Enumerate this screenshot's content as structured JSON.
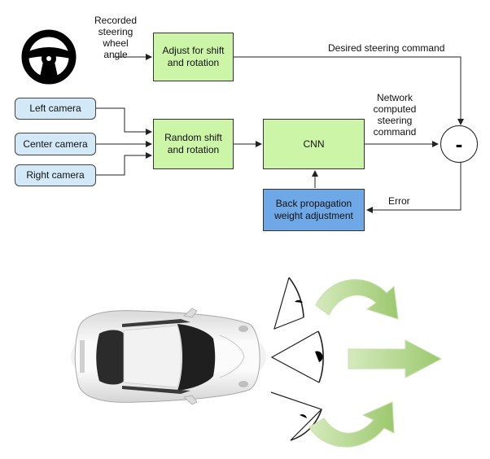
{
  "diagram": {
    "labels": {
      "recorded_angle": "Recorded\nsteering\nwheel angle",
      "desired_command": "Desired steering command",
      "network_command": "Network\ncomputed\nsteering\ncommand",
      "error": "Error"
    },
    "nodes": {
      "adjust": "Adjust for shift\nand rotation",
      "random": "Random shift\nand rotation",
      "cnn": "CNN",
      "backprop": "Back propagation\nweight adjustment",
      "left_camera": "Left camera",
      "center_camera": "Center camera",
      "right_camera": "Right camera",
      "sum_symbol": "-"
    },
    "colors": {
      "process_box": "#ccf5a8",
      "camera_box": "#d3e9f8",
      "backprop_box": "#6fa8e6",
      "big_arrow": "#a9cf7e"
    }
  },
  "illustration": {
    "icons": [
      "steering-wheel-icon",
      "car-top-view-icon",
      "camera-view-cone-icon",
      "curved-arrow-icon",
      "straight-arrow-icon"
    ]
  }
}
